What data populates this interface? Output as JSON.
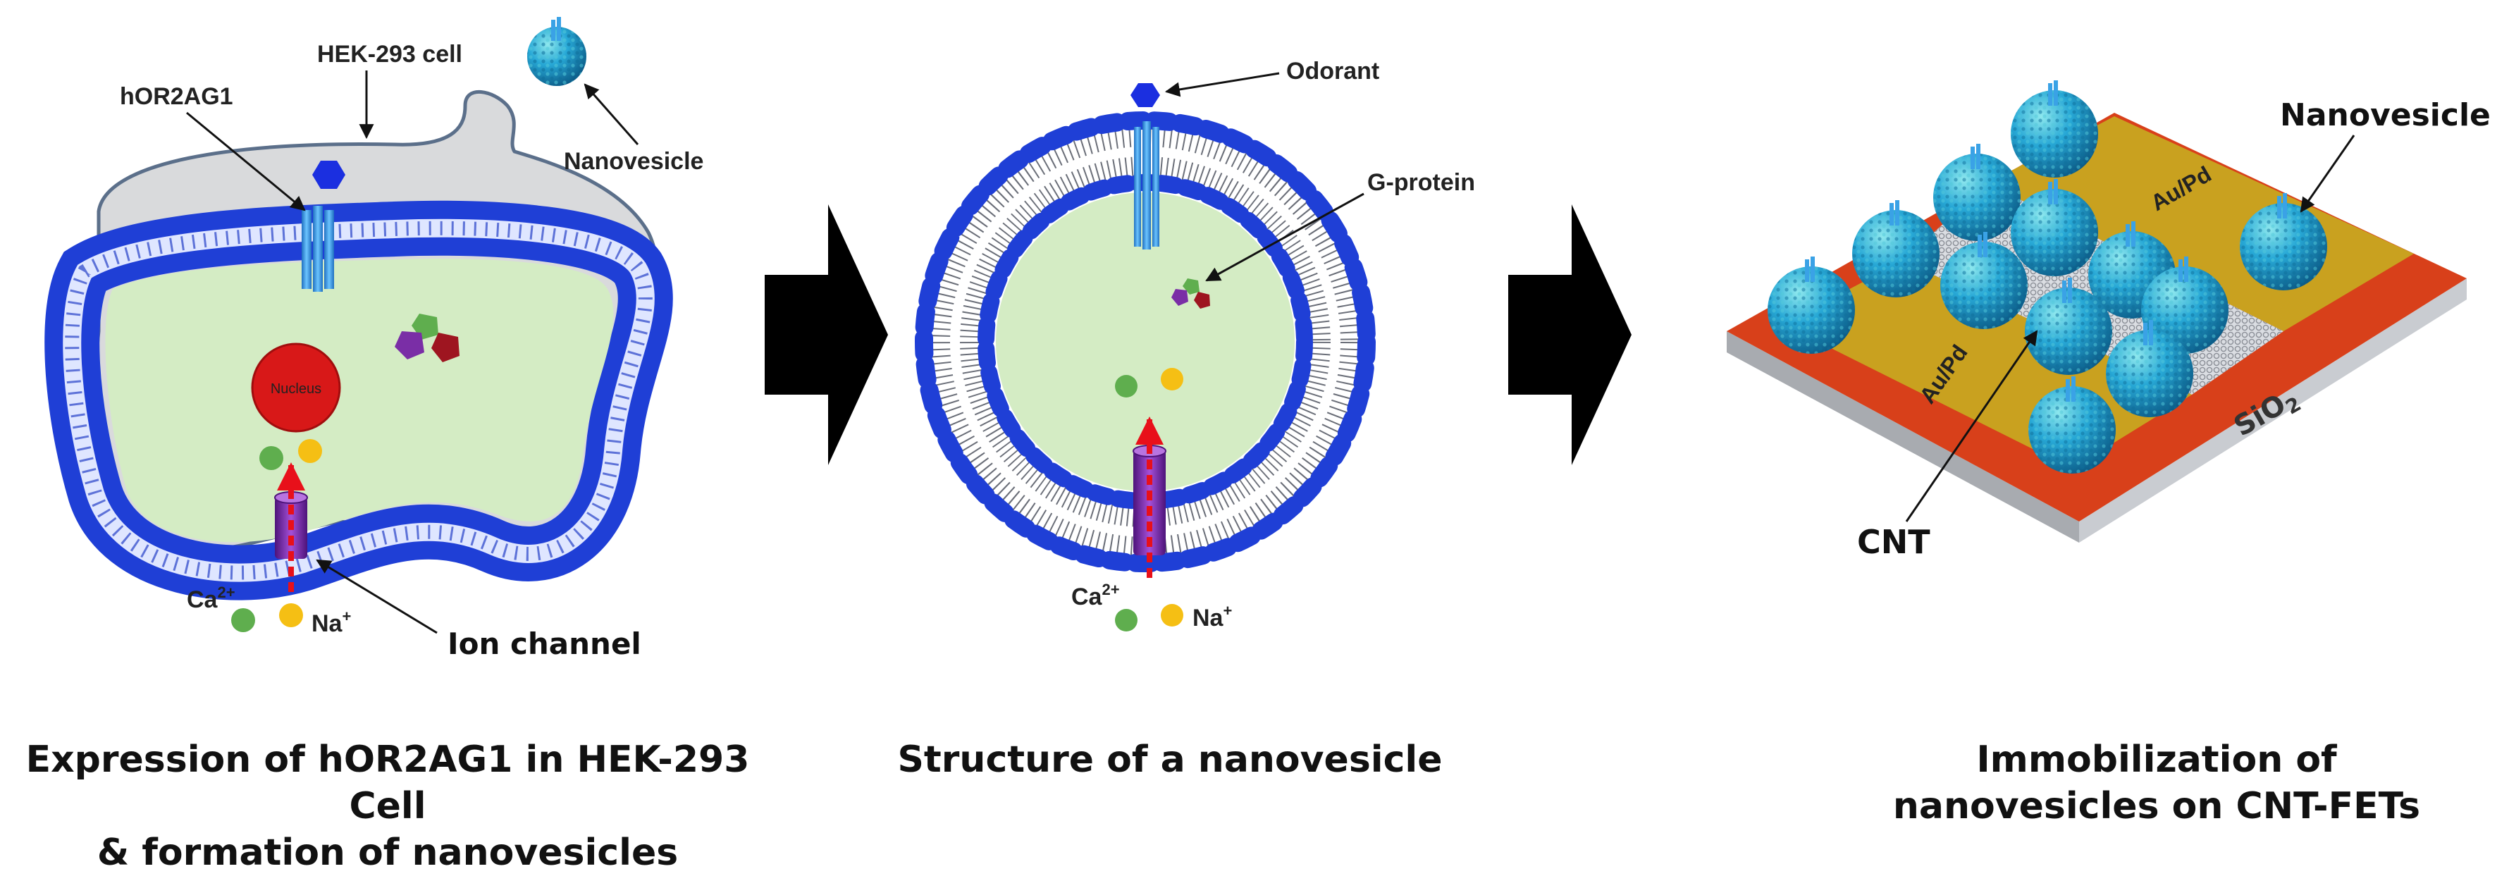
{
  "panel1": {
    "label_cell": "HEK-293 cell",
    "label_receptor": "hOR2AG1",
    "label_nanovesicle": "Nanovesicle",
    "label_nucleus": "Nucleus",
    "label_ca": "Ca",
    "label_ca_sup": "2+",
    "label_na": "Na",
    "label_na_sup": "+",
    "label_ion_channel": "Ion channel",
    "caption_line1": "Expression of hOR2AG1 in HEK-293 Cell",
    "caption_line2": "& formation of nanovesicles"
  },
  "panel2": {
    "label_odorant": "Odorant",
    "label_gprotein": "G-protein",
    "label_ca": "Ca",
    "label_ca_sup": "2+",
    "label_na": "Na",
    "label_na_sup": "+",
    "caption_line1": "Structure of a nanovesicle"
  },
  "panel3": {
    "label_nanovesicle": "Nanovesicle",
    "label_aupd_top": "Au/Pd",
    "label_aupd_bottom": "Au/Pd",
    "label_sio2": "SiO",
    "label_sio2_sub": "2",
    "label_cnt": "CNT",
    "caption_line1": "Immobilization of",
    "caption_line2": "nanovesicles on CNT-FETs"
  },
  "colors": {
    "membrane_blue": "#1f3fd6",
    "cytoplasm_green": "#d4ecc4",
    "cell_gray": "#d9dadc",
    "nucleus_red": "#d81818",
    "receptor_blue": "#3aa2e6",
    "ion_channel_purple": "#7a2ea6",
    "arrow_red": "#e8101a",
    "calcium_green": "#5fae4e",
    "sodium_yellow": "#f5bf14",
    "gold_electrode": "#c9a11f",
    "substrate_red": "#d8401a",
    "nanovesicle_teal": "#1f9fd6"
  }
}
